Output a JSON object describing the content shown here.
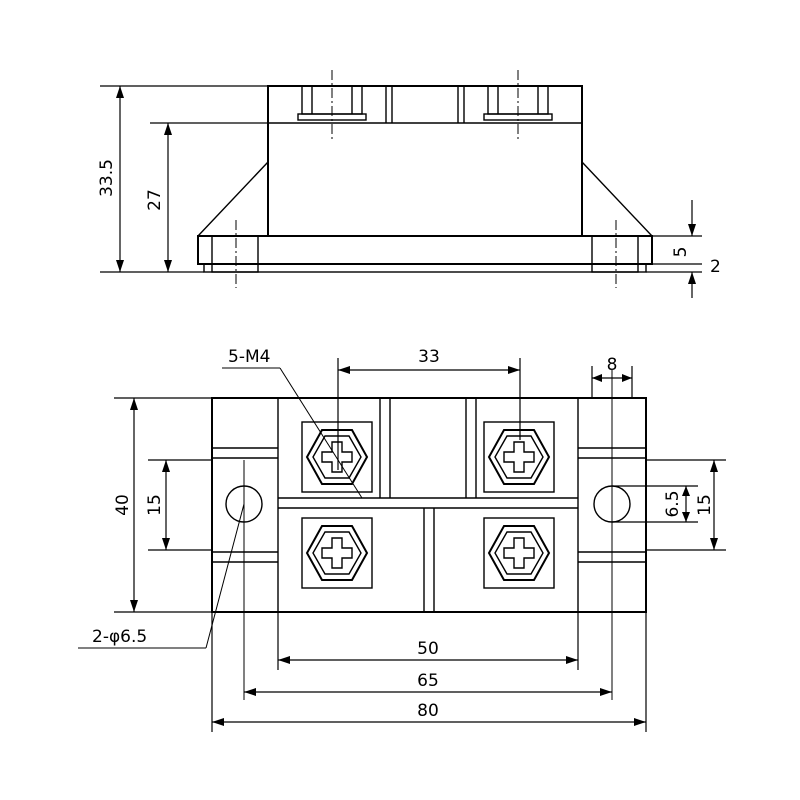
{
  "side_view": {
    "dimensions": {
      "total_height": "33.5",
      "body_height": "27",
      "base_thickness": "5",
      "foot_height": "2"
    }
  },
  "top_view": {
    "dimensions": {
      "terminal_spacing": "33",
      "mount_width": "8",
      "total_depth": "40",
      "inner_depth": "15",
      "hole_offset": "6.5",
      "hole_depth": "15",
      "body_width": "50",
      "hole_spacing": "65",
      "total_width": "80"
    },
    "callouts": {
      "terminals": "5-M4",
      "holes": "2-φ6.5"
    }
  }
}
